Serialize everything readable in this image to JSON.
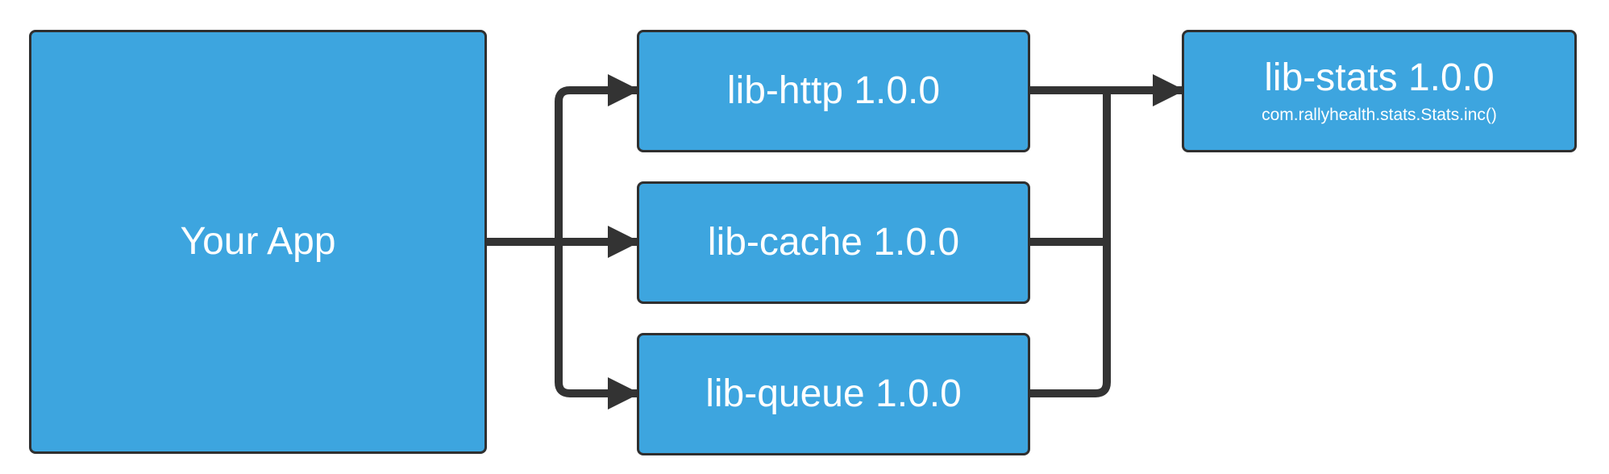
{
  "colors": {
    "node_fill": "#3da5df",
    "node_border": "#2f2f2f",
    "edge": "#333333",
    "text": "#ffffff"
  },
  "nodes": {
    "your_app": {
      "label": "Your App"
    },
    "lib_http": {
      "label": "lib-http 1.0.0"
    },
    "lib_cache": {
      "label": "lib-cache 1.0.0"
    },
    "lib_queue": {
      "label": "lib-queue 1.0.0"
    },
    "lib_stats": {
      "label": "lib-stats 1.0.0",
      "sub": "com.rallyhealth.stats.Stats.inc()"
    }
  },
  "edges": [
    {
      "from": "your_app",
      "to": "lib_http"
    },
    {
      "from": "your_app",
      "to": "lib_cache"
    },
    {
      "from": "your_app",
      "to": "lib_queue"
    },
    {
      "from": "lib_http",
      "to": "lib_stats"
    },
    {
      "from": "lib_cache",
      "to": "lib_stats"
    },
    {
      "from": "lib_queue",
      "to": "lib_stats"
    }
  ]
}
